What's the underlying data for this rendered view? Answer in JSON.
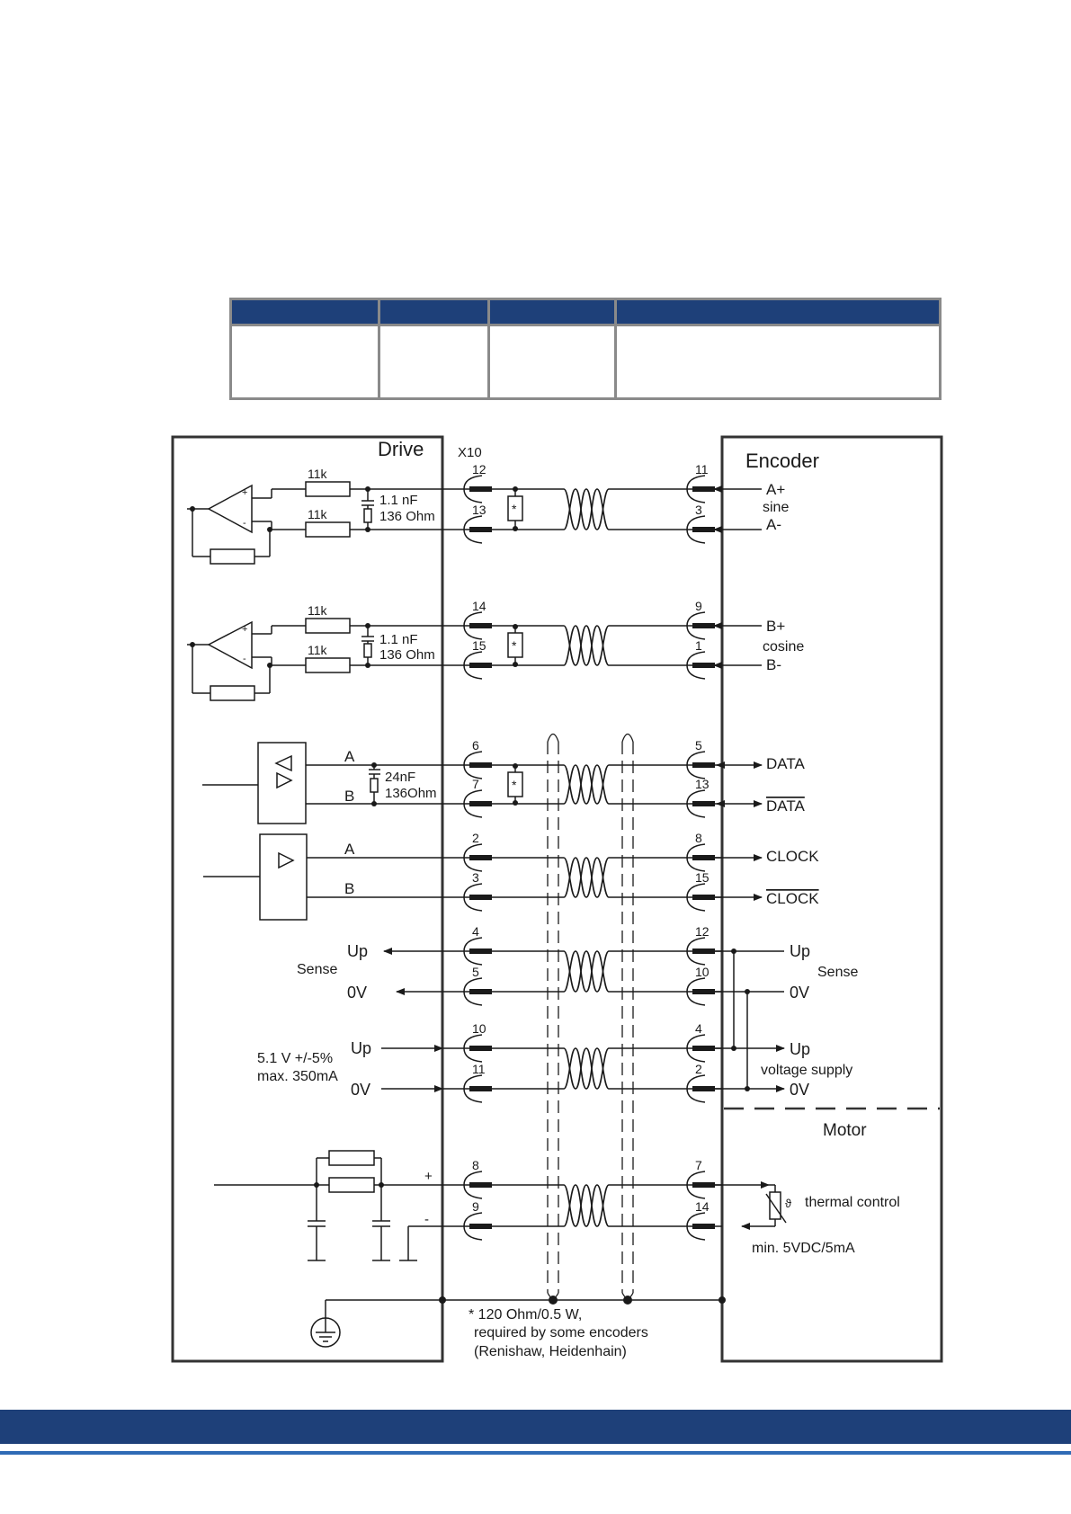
{
  "diagram": {
    "drive": {
      "title": "Drive",
      "connector": "X10",
      "resistor_11k": "11k",
      "sine_filter_cap": "1.1 nF",
      "sine_filter_res": "136 Ohm",
      "cosine_filter_cap": "1.1 nF",
      "cosine_filter_res": "136 Ohm",
      "data_filter_cap": "24nF",
      "data_filter_res": "136Ohm",
      "line_a": "A",
      "line_b": "B",
      "sense_label": "Sense",
      "up_label": "Up",
      "zero_v_label": "0V",
      "supply_voltage": "5.1 V +/-5%",
      "supply_current": "max. 350mA",
      "plus_sign": "+",
      "minus_sign": "-"
    },
    "encoder": {
      "title": "Encoder",
      "a_plus": "A+",
      "a_minus": "A-",
      "sine": "sine",
      "b_plus": "B+",
      "b_minus": "B-",
      "cosine": "cosine",
      "data": "DATA",
      "data_inv": "DATA",
      "clock": "CLOCK",
      "clock_inv": "CLOCK",
      "up_label": "Up",
      "sense_label": "Sense",
      "zero_v_label": "0V",
      "voltage_supply": "voltage supply"
    },
    "motor": {
      "title": "Motor",
      "theta": "ϑ",
      "thermal_control": "thermal control",
      "min_spec": "min. 5VDC/5mA"
    },
    "drive_pins": [
      "12",
      "13",
      "14",
      "15",
      "6",
      "7",
      "2",
      "3",
      "4",
      "5",
      "10",
      "11",
      "8",
      "9"
    ],
    "encoder_pins": [
      "11",
      "3",
      "9",
      "1",
      "5",
      "13",
      "8",
      "15",
      "12",
      "10",
      "4",
      "2",
      "7",
      "14"
    ],
    "terminator_marker": "*",
    "note_lines": [
      "* 120 Ohm/0.5 W,",
      "required by some encoders",
      "(Renishaw, Heidenhain)"
    ]
  }
}
